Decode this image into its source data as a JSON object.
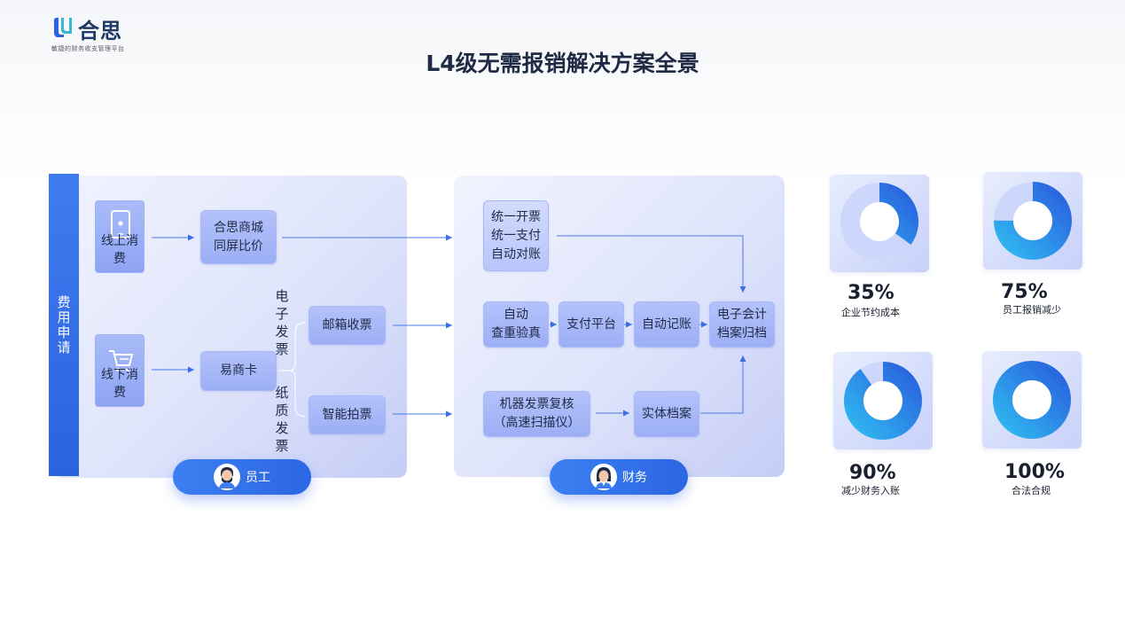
{
  "logo": {
    "name": "合思",
    "tagline": "敏捷的财务收支管理平台"
  },
  "title": "L4级无需报销解决方案全景",
  "left": {
    "side_label": "费用申请",
    "online": "线上消费",
    "offline": "线下消费",
    "mall": [
      "合思商城",
      "同屏比价"
    ],
    "card": "易商卡",
    "e_invoice": "电子发票",
    "paper_invoice": "纸质发票",
    "mailbox": "邮箱收票",
    "photo": "智能拍票",
    "role": "员工"
  },
  "right": {
    "unified": [
      "统一开票",
      "统一支付",
      "自动对账"
    ],
    "verify": [
      "自动",
      "查重验真"
    ],
    "pay": "支付平台",
    "record": "自动记账",
    "archive": [
      "电子会计",
      "档案归档"
    ],
    "review": [
      "机器发票复核",
      "（高速扫描仪）"
    ],
    "physical": "实体档案",
    "role": "财务"
  },
  "chart_data": {
    "type": "pie",
    "items": [
      {
        "value": 35,
        "label": "35%",
        "caption": "企业节约成本"
      },
      {
        "value": 75,
        "label": "75%",
        "caption": "员工报销减少"
      },
      {
        "value": 90,
        "label": "90%",
        "caption": "减少财务入账"
      },
      {
        "value": 100,
        "label": "100%",
        "caption": "合法合规"
      }
    ]
  },
  "colors": {
    "accent": "#2b66e3",
    "node": "#a7b7f8",
    "panel": "#dfe4fb"
  }
}
